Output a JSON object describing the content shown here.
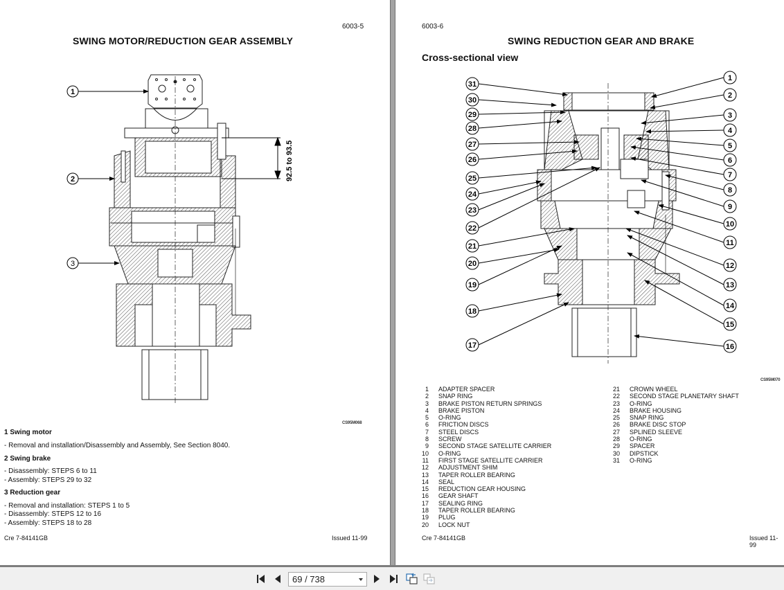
{
  "viewer": {
    "page_indicator": "69 / 738",
    "toolbar": {
      "first_page": "first-page",
      "prev_page": "previous-page",
      "next_page": "next-page",
      "last_page": "last-page",
      "two_page_view": "two-page-view",
      "single_page_view": "single-page-view"
    }
  },
  "left_page": {
    "page_number": "6003-5",
    "title": "SWING MOTOR/REDUCTION GEAR ASSEMBLY",
    "figure_code": "CS95M068",
    "dimension_label": "92.5 to 93.5",
    "callouts": [
      "1",
      "2",
      "3"
    ],
    "sections": [
      {
        "heading": "1 Swing motor",
        "lines": [
          "- Removal and installation/Disassembly and Assembly, See Section 8040."
        ]
      },
      {
        "heading": "2 Swing brake",
        "lines": [
          "- Disassembly: STEPS 6 to 11",
          "- Assembly: STEPS 29 to 32"
        ]
      },
      {
        "heading": "3 Reduction gear",
        "lines": [
          "- Removal and installation: STEPS 1 to 5",
          "- Disassembly: STEPS 12 to 16",
          "- Assembly: STEPS 18 to 28"
        ]
      }
    ],
    "footer_left": "Cre 7-84141GB",
    "footer_right": "Issued 11-99"
  },
  "right_page": {
    "page_number": "6003-6",
    "title": "SWING REDUCTION GEAR AND BRAKE",
    "subtitle": "Cross-sectional view",
    "figure_code": "CS95M070",
    "callouts_right": [
      "1",
      "2",
      "3",
      "4",
      "5",
      "6",
      "7",
      "8",
      "9",
      "10",
      "11",
      "12",
      "13",
      "14",
      "15",
      "16"
    ],
    "callouts_left": [
      "31",
      "30",
      "29",
      "28",
      "27",
      "26",
      "25",
      "24",
      "23",
      "22",
      "21",
      "20",
      "19",
      "18",
      "17"
    ],
    "parts_col1": [
      {
        "num": "1",
        "name": "ADAPTER SPACER"
      },
      {
        "num": "2",
        "name": "SNAP RING"
      },
      {
        "num": "3",
        "name": "BRAKE PISTON RETURN SPRINGS"
      },
      {
        "num": "4",
        "name": "BRAKE PISTON"
      },
      {
        "num": "5",
        "name": "O-RING"
      },
      {
        "num": "6",
        "name": "FRICTION DISCS"
      },
      {
        "num": "7",
        "name": "STEEL DISCS"
      },
      {
        "num": "8",
        "name": "SCREW"
      },
      {
        "num": "9",
        "name": "SECOND STAGE SATELLITE CARRIER"
      },
      {
        "num": "10",
        "name": "O-RING"
      },
      {
        "num": "11",
        "name": "FIRST STAGE SATELLITE CARRIER"
      },
      {
        "num": "12",
        "name": "ADJUSTMENT SHIM"
      },
      {
        "num": "13",
        "name": "TAPER ROLLER BEARING"
      },
      {
        "num": "14",
        "name": "SEAL"
      },
      {
        "num": "15",
        "name": "REDUCTION GEAR HOUSING"
      },
      {
        "num": "16",
        "name": "GEAR SHAFT"
      },
      {
        "num": "17",
        "name": "SEALING RING"
      },
      {
        "num": "18",
        "name": "TAPER ROLLER BEARING"
      },
      {
        "num": "19",
        "name": "PLUG"
      },
      {
        "num": "20",
        "name": "LOCK NUT"
      }
    ],
    "parts_col2": [
      {
        "num": "21",
        "name": "CROWN WHEEL"
      },
      {
        "num": "22",
        "name": "SECOND STAGE PLANETARY SHAFT"
      },
      {
        "num": "23",
        "name": "O-RING"
      },
      {
        "num": "24",
        "name": "BRAKE HOUSING"
      },
      {
        "num": "25",
        "name": "SNAP RING"
      },
      {
        "num": "26",
        "name": "BRAKE DISC STOP"
      },
      {
        "num": "27",
        "name": "SPLINED SLEEVE"
      },
      {
        "num": "28",
        "name": "O-RING"
      },
      {
        "num": "29",
        "name": "SPACER"
      },
      {
        "num": "30",
        "name": "DIPSTICK"
      },
      {
        "num": "31",
        "name": "O-RING"
      }
    ],
    "footer_left": "Cre 7-84141GB",
    "footer_right": "Issued 11-99"
  }
}
